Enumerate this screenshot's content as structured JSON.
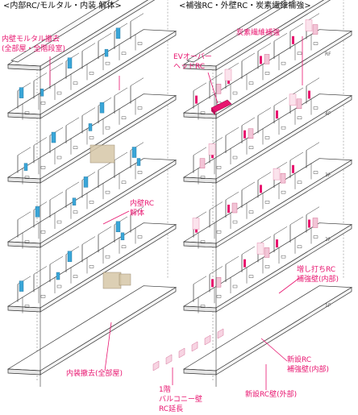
{
  "left_panel": {
    "title": "<内部RC/モルタル・内装 解体>",
    "callouts": {
      "mortar": "内壁モルタル撤去\n(全部屋・全階段室)",
      "inner_wall": "内壁RC\n解体",
      "interior": "内装撤去(全部屋)"
    }
  },
  "right_panel": {
    "title": "<補強RC・外壁RC・炭素繊維補強>",
    "callouts": {
      "carbon": "炭素繊維補強",
      "ev": "EVオーバー\nヘッドRC",
      "added_wall": "増し打ちRC\n補強壁(内部)",
      "new_inner": "新設RC\n補強壁(内部)",
      "new_outer": "新設RC壁(外部)"
    },
    "floor_labels": [
      "RF",
      "4F",
      "3F",
      "2F",
      "1F"
    ]
  },
  "bottom_callout": "1階\nバルコニー壁\nRC延長",
  "colors": {
    "accent": "#e8146f",
    "line": "#333333",
    "ghost": "#cccccc",
    "blue": "#3aa6d8",
    "tan": "#d6c7a8"
  }
}
